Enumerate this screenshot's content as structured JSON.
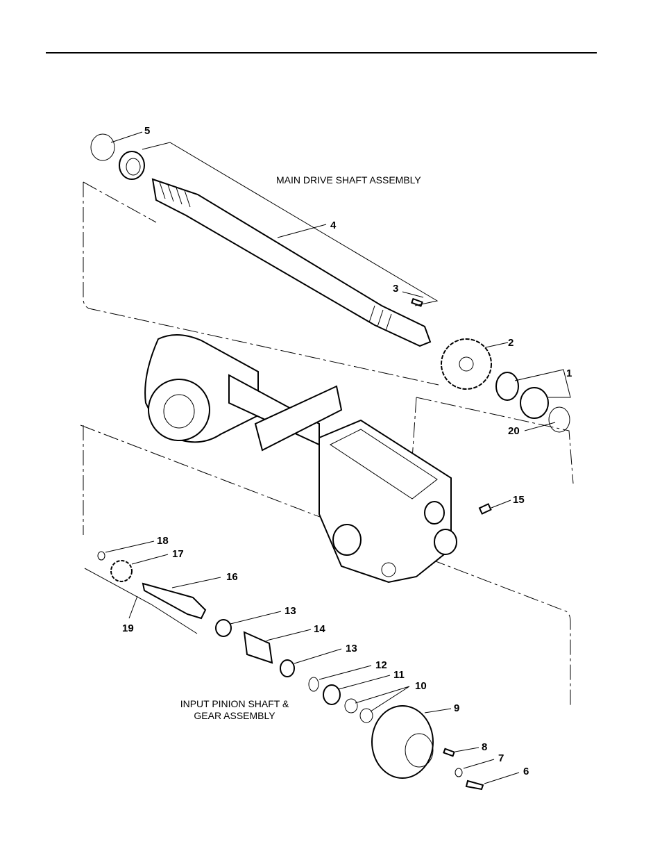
{
  "captions": {
    "main_drive": "MAIN DRIVE SHAFT ASSEMBLY",
    "input_pinion_line1": "INPUT PINION SHAFT &",
    "input_pinion_line2": "GEAR ASSEMBLY"
  },
  "callouts": [
    "1",
    "2",
    "3",
    "4",
    "5",
    "6",
    "7",
    "8",
    "9",
    "10",
    "11",
    "12",
    "13",
    "14",
    "15",
    "16",
    "17",
    "18",
    "19",
    "20"
  ]
}
